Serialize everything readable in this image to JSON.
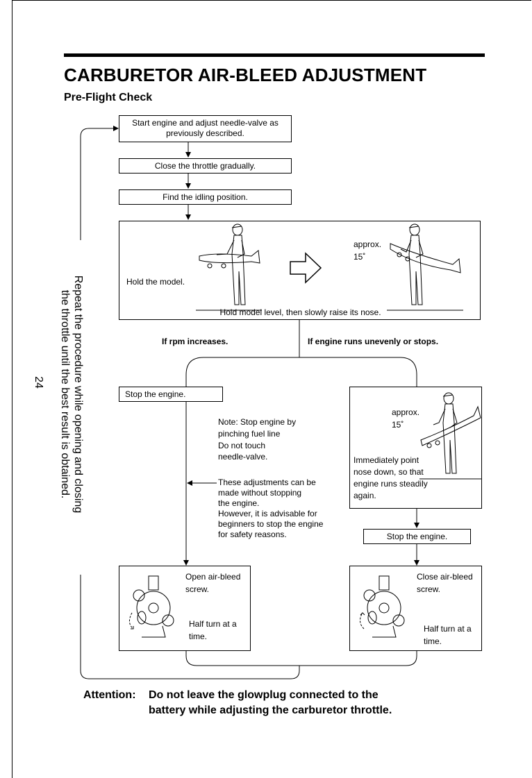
{
  "page": {
    "number": "24"
  },
  "header": {
    "title": "CARBURETOR AIR-BLEED ADJUSTMENT",
    "subtitle": "Pre-Flight Check"
  },
  "flow": {
    "step1": "Start engine and adjust needle-valve as previously described.",
    "step2": "Close the throttle gradually.",
    "step3": "Find the idling position.",
    "panel": {
      "hold_label": "Hold the model.",
      "angle_label": "approx.",
      "angle_value": "15˚",
      "caption": "Hold model level, then slowly raise its nose."
    },
    "branch_left": "If rpm increases.",
    "branch_right": "If engine runs unevenly or stops.",
    "stop_left": "Stop the engine.",
    "note_line1": "Note: Stop engine by",
    "note_line2": "pinching fuel line",
    "note_line3": "Do not touch",
    "note_line4": "needle-valve.",
    "adj_line1": "These adjustments can be",
    "adj_line2": "made without stopping",
    "adj_line3": "the engine.",
    "adj_line4": "However, it is advisable for",
    "adj_line5": "beginners to stop the engine",
    "adj_line6": "for safety reasons.",
    "right_panel": {
      "angle_label": "approx.",
      "angle_value": "15˚",
      "text_line1": "Immediately point",
      "text_line2": "nose down, so that",
      "text_line3": "engine runs steadily",
      "text_line4": "again."
    },
    "stop_right": "Stop the engine.",
    "open_box": {
      "line1": "Open air-bleed",
      "line2": "screw.",
      "line3": "Half turn at a",
      "line4": "time."
    },
    "close_box": {
      "line1": "Close air-bleed",
      "line2": "screw.",
      "line3": "Half turn at a",
      "line4": "time."
    },
    "side_text_line1": "Repeat the procedure while opening and closing",
    "side_text_line2": "the throttle until the best result is obtained."
  },
  "attention": {
    "label": "Attention:",
    "line1": "Do not leave the glowplug connected to the",
    "line2": "battery while adjusting the carburetor throttle."
  }
}
